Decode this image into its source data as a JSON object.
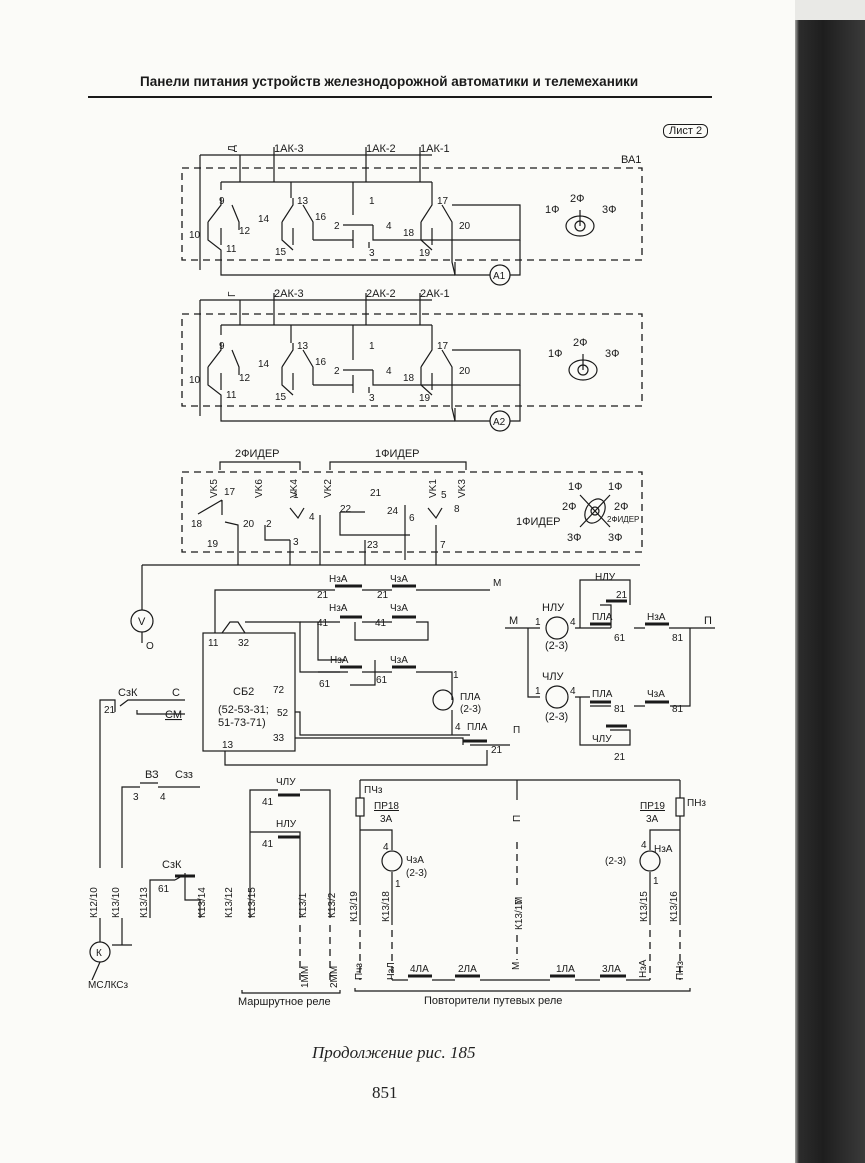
{
  "header": {
    "title": "Панели питания устройств железнодорожной автоматики и телемеханики"
  },
  "sheet": {
    "label": "Лист 2"
  },
  "caption": "Продолжение рис. 185",
  "page_number": "851",
  "switch1": {
    "name": "ВА1",
    "col0": "Д",
    "cols": [
      "1АК-3",
      "1АК-2",
      "1АК-1"
    ],
    "meter": "А1"
  },
  "switch2": {
    "name": "",
    "col0": "Г",
    "cols": [
      "2АК-3",
      "2АК-2",
      "2АК-1"
    ],
    "meter": "А2"
  },
  "switch_terminals": [
    "9",
    "10",
    "11",
    "12",
    "13",
    "14",
    "15",
    "16",
    "1",
    "2",
    "3",
    "4",
    "17",
    "18",
    "19",
    "20"
  ],
  "phase_knob": {
    "left": "1Ф",
    "top": "2Ф",
    "right": "3Ф"
  },
  "feeder_switch": {
    "group2": "2ФИДЕР",
    "group1": "1ФИДЕР",
    "contacts": [
      "VK5",
      "VK6",
      "VK4",
      "VK2",
      "VK1",
      "VK3"
    ],
    "terminals": [
      "17",
      "18",
      "19",
      "20",
      "1",
      "2",
      "3",
      "4",
      "21",
      "22",
      "23",
      "24",
      "5",
      "6",
      "7",
      "8"
    ],
    "knob": {
      "tl": "1Ф",
      "tr": "1Ф",
      "ml": "2Ф",
      "mr": "2Ф",
      "bl": "3Ф",
      "br": "3Ф",
      "left_label": "1ФИДЕР",
      "right_label": "2ФИДЕР"
    }
  },
  "voltmeter": {
    "label": "V",
    "node": "О"
  },
  "sb2": {
    "name": "СБ2",
    "desc1": "(52-53-31;",
    "desc2": "51-73-71)",
    "pins": [
      "11",
      "32",
      "72",
      "52",
      "33",
      "13"
    ]
  },
  "contacts_mid": {
    "nza": "НзА",
    "chza": "ЧзА",
    "m": "М",
    "p": "П",
    "pla": "ПЛА",
    "pla_sub": "(2-3)",
    "n21": "21",
    "n41": "41",
    "n61": "61",
    "n1": "1",
    "n4": "4"
  },
  "right_block": {
    "m": "М",
    "p": "П",
    "nlu": "НЛУ",
    "chlu": "ЧЛУ",
    "sub": "(2-3)",
    "pla": "ПЛА",
    "nza": "НзА",
    "chza": "ЧзА",
    "n1": "1",
    "n4": "4",
    "n21": "21",
    "n61": "61",
    "n81": "81"
  },
  "left_lower": {
    "szk": "СзК",
    "c": "С",
    "cm": "СМ",
    "n21": "21",
    "vz": "ВЗ",
    "szz": "Сзз",
    "n3": "3",
    "n4": "4",
    "szk2": "СзК",
    "n61": "61",
    "chlu": "ЧЛУ",
    "nlu": "НЛУ",
    "n41": "41",
    "k": "К",
    "mc": "МС",
    "lksz": "ЛКСз",
    "wires": [
      "К12/10",
      "К13/10",
      "К13/13",
      "К13/14",
      "К13/12",
      "К13/15",
      "К13/1",
      "К13/2"
    ],
    "relays": [
      "1ММ",
      "2ММ"
    ],
    "route_relay": "Маршрутное реле"
  },
  "right_lower": {
    "pchz": "ПЧз",
    "pnz": "ПНз",
    "pr18": "ПР18",
    "pr19": "ПР19",
    "fuse": "3А",
    "chza": "ЧзА",
    "nza": "НзА",
    "sub": "(2-3)",
    "n1": "1",
    "n4": "4",
    "p": "П",
    "m": "М",
    "wires": [
      "К13/19",
      "К13/18",
      "К13/17",
      "К13/15",
      "К13/16"
    ],
    "bottom_labels": [
      "Пчз",
      "ЧзЛ",
      "4ЛА",
      "2ЛА",
      "М",
      "1ЛА",
      "3ЛА",
      "НзА",
      "ПНз"
    ],
    "repeaters": "Повторители путевых реле"
  }
}
